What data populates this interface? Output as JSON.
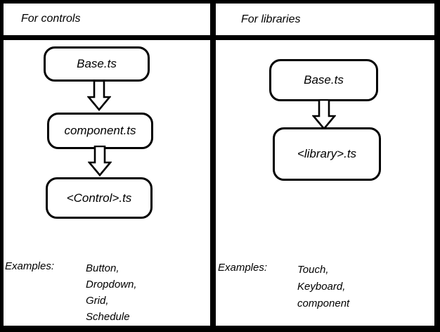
{
  "panels": [
    {
      "title": "For controls",
      "boxes": [
        "Base.ts",
        "component.ts",
        "<Control>.ts"
      ],
      "examples_label": "Examples:",
      "examples": [
        "Button,",
        "Dropdown,",
        "Grid,",
        "Schedule"
      ]
    },
    {
      "title": "For libraries",
      "boxes": [
        "Base.ts",
        "<library>.ts"
      ],
      "examples_label": "Examples:",
      "examples": [
        "Touch,",
        "Keyboard,",
        "component"
      ]
    }
  ],
  "icons": {
    "arrow": "down-block-arrow-icon"
  },
  "colors": {
    "line": "#000000",
    "background": "#ffffff",
    "text": "#000000"
  }
}
